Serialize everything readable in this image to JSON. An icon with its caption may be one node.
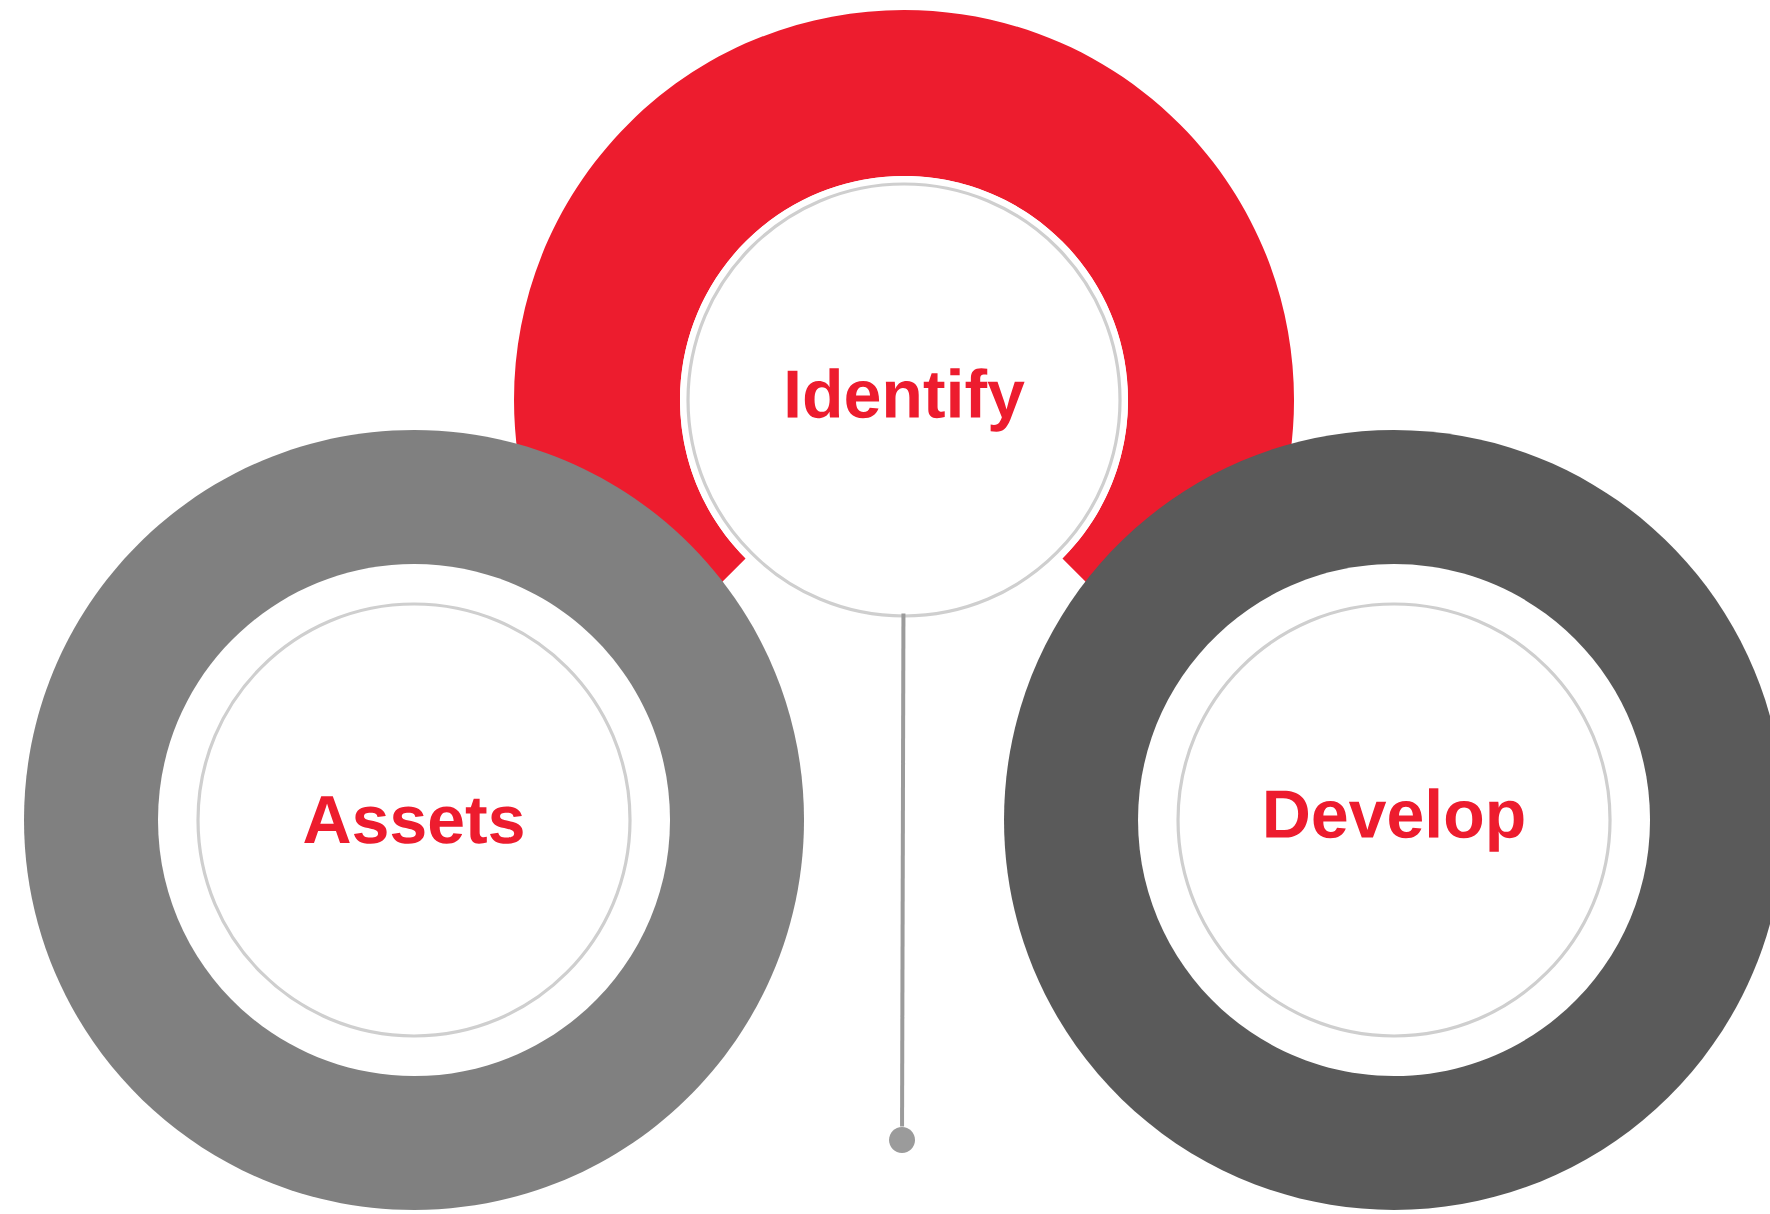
{
  "diagram": {
    "nodes": [
      {
        "text": [
          "Identify"
        ]
      },
      {
        "text": [
          "Assets"
        ]
      },
      {
        "text": [
          "Develop"
        ]
      },
      {
        "text": [],
        "shape": "circle"
      }
    ],
    "edges": [
      {
        "from": 0,
        "to": 3,
        "arrow": "none"
      }
    ]
  }
}
